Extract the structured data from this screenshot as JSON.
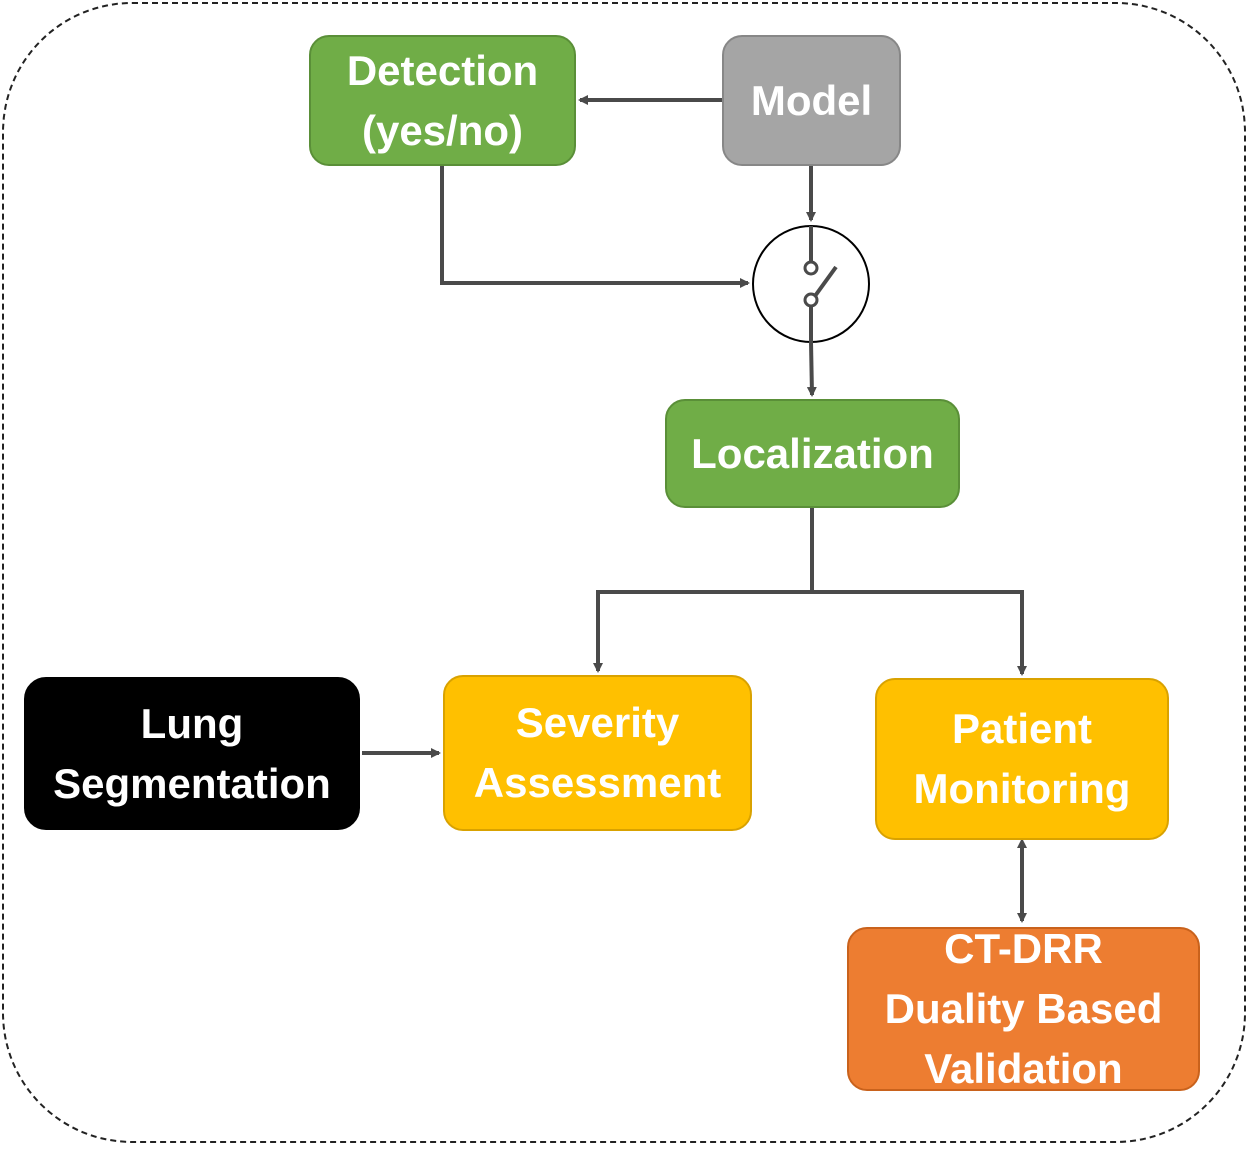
{
  "diagram": {
    "nodes": {
      "detection": "Detection\n(yes/no)",
      "model": "Model",
      "localization": "Localization",
      "lung_segmentation": "Lung\nSegmentation",
      "severity_assessment": "Severity\nAssessment",
      "patient_monitoring": "Patient\nMonitoring",
      "ct_drr_validation": "CT-DRR\nDuality Based\nValidation"
    },
    "colors": {
      "green": "#70ad47",
      "gray": "#a5a5a5",
      "yellow": "#ffc000",
      "black": "#000000",
      "orange": "#ed7d31",
      "connector": "#4a4a4a"
    },
    "edges": [
      {
        "from": "model",
        "to": "detection"
      },
      {
        "from": "model",
        "to": "switch"
      },
      {
        "from": "detection",
        "to": "switch"
      },
      {
        "from": "switch",
        "to": "localization"
      },
      {
        "from": "localization",
        "to": "severity_assessment"
      },
      {
        "from": "localization",
        "to": "patient_monitoring"
      },
      {
        "from": "lung_segmentation",
        "to": "severity_assessment"
      },
      {
        "from": "patient_monitoring",
        "to": "ct_drr_validation",
        "bidirectional": true
      }
    ],
    "switch_icon": "switch-icon"
  }
}
